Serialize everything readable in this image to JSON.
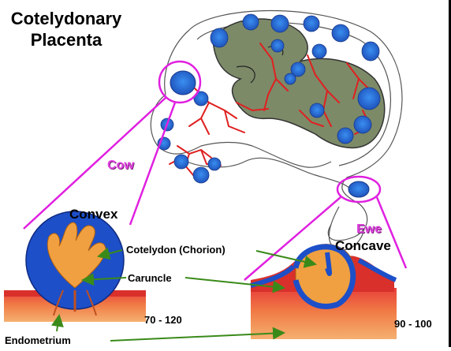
{
  "title_line1": "Cotelydonary",
  "title_line2": "Placenta",
  "labels": {
    "cow": "Cow",
    "ewe": "Ewe",
    "convex": "Convex",
    "concave": "Concave",
    "cotelydon": "Cotelydon (Chorion)",
    "caruncle": "Caruncle",
    "endometrium": "Endometrium",
    "cow_count": "70 - 120",
    "ewe_count": "90 - 100"
  },
  "colors": {
    "cotyledon_blue": "#2f6fd6",
    "vessel_red": "#e02020",
    "fetus_green": "#7c8a68",
    "highlight_magenta": "#e020e0",
    "arrow_green": "#3a8a1a",
    "caruncle_orange": "#f0a040"
  }
}
